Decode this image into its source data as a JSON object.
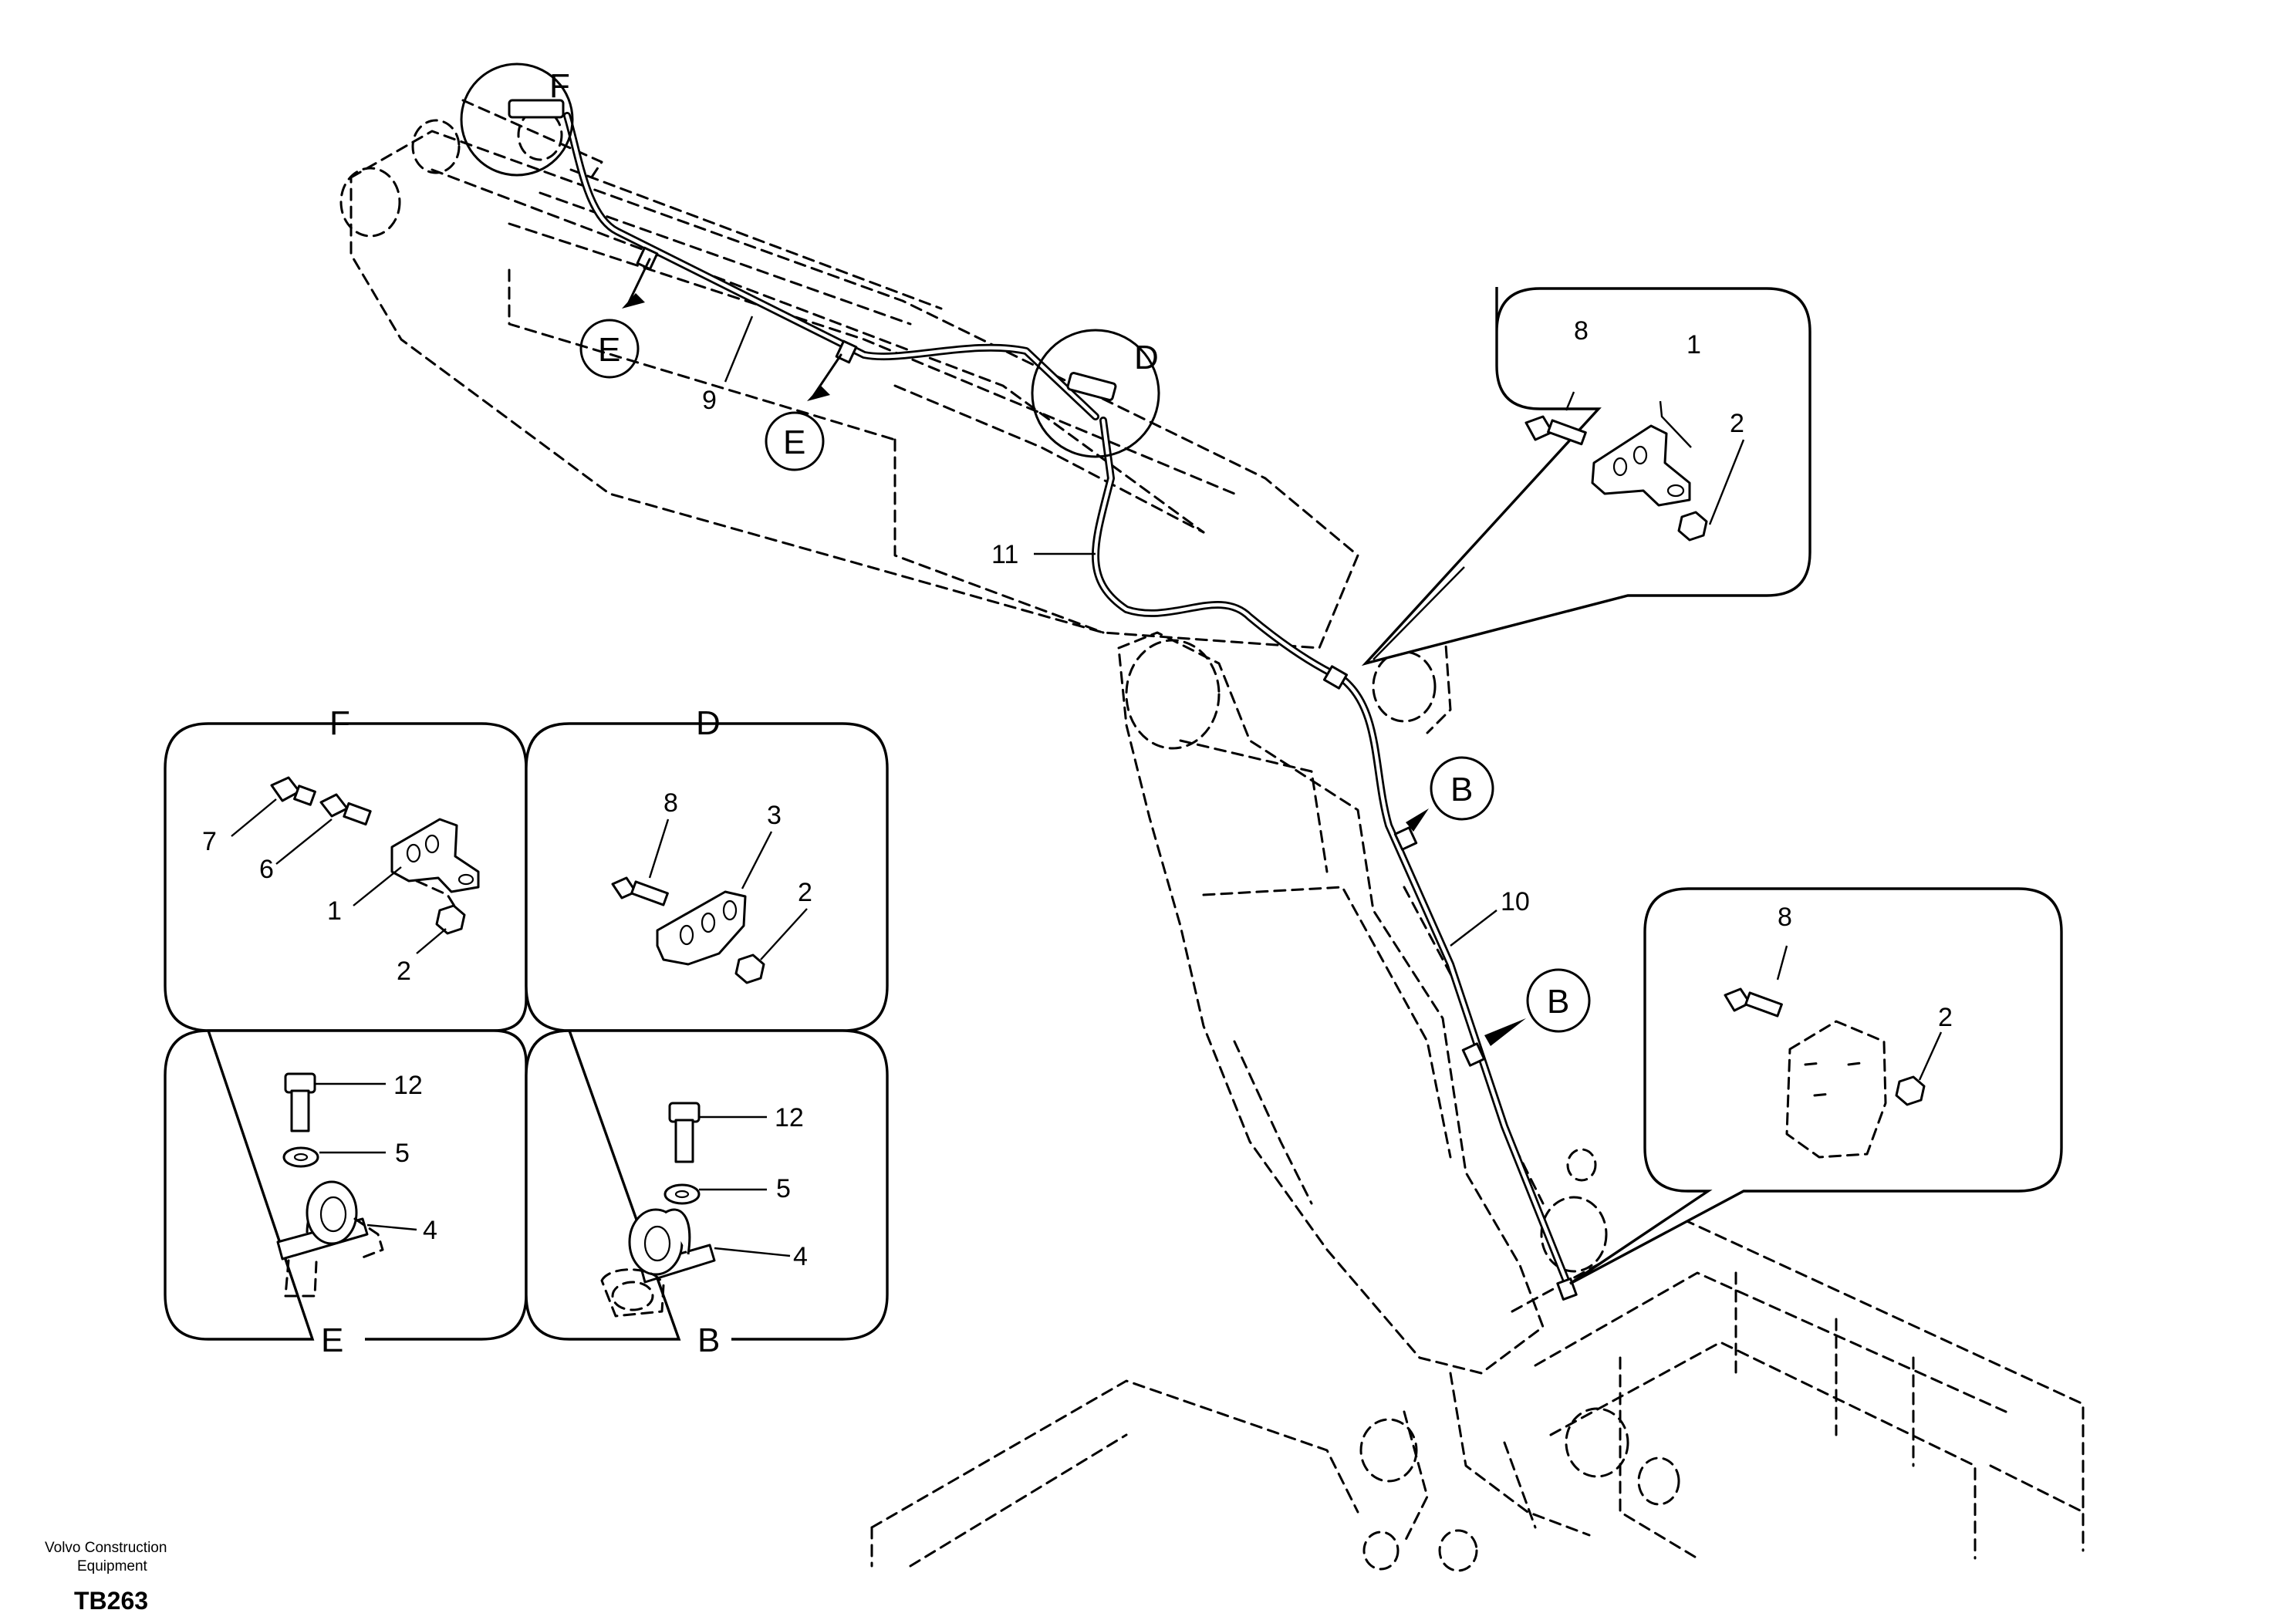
{
  "callouts": {
    "f": "F",
    "d": "D",
    "e": "E",
    "b": "B"
  },
  "main_labels": {
    "hose_9": "9",
    "hose_11": "11",
    "hose_10": "10"
  },
  "detail_top_right": {
    "bolt": "8",
    "bracket": "1",
    "nut": "2"
  },
  "detail_mid_right": {
    "bolt": "8",
    "nut": "2"
  },
  "panel_F": {
    "title": "F",
    "bolt": "7",
    "adapter": "6",
    "bracket": "1",
    "nut": "2"
  },
  "panel_D": {
    "title": "D",
    "bolt": "8",
    "bracket": "3",
    "nut": "2"
  },
  "panel_E": {
    "title": "E",
    "screw": "12",
    "washer": "5",
    "clamp": "4"
  },
  "panel_B": {
    "title": "B",
    "screw": "12",
    "washer": "5",
    "clamp": "4"
  },
  "footer": {
    "company_line1": "Volvo Construction",
    "company_line2": "Equipment",
    "code": "TB263"
  }
}
